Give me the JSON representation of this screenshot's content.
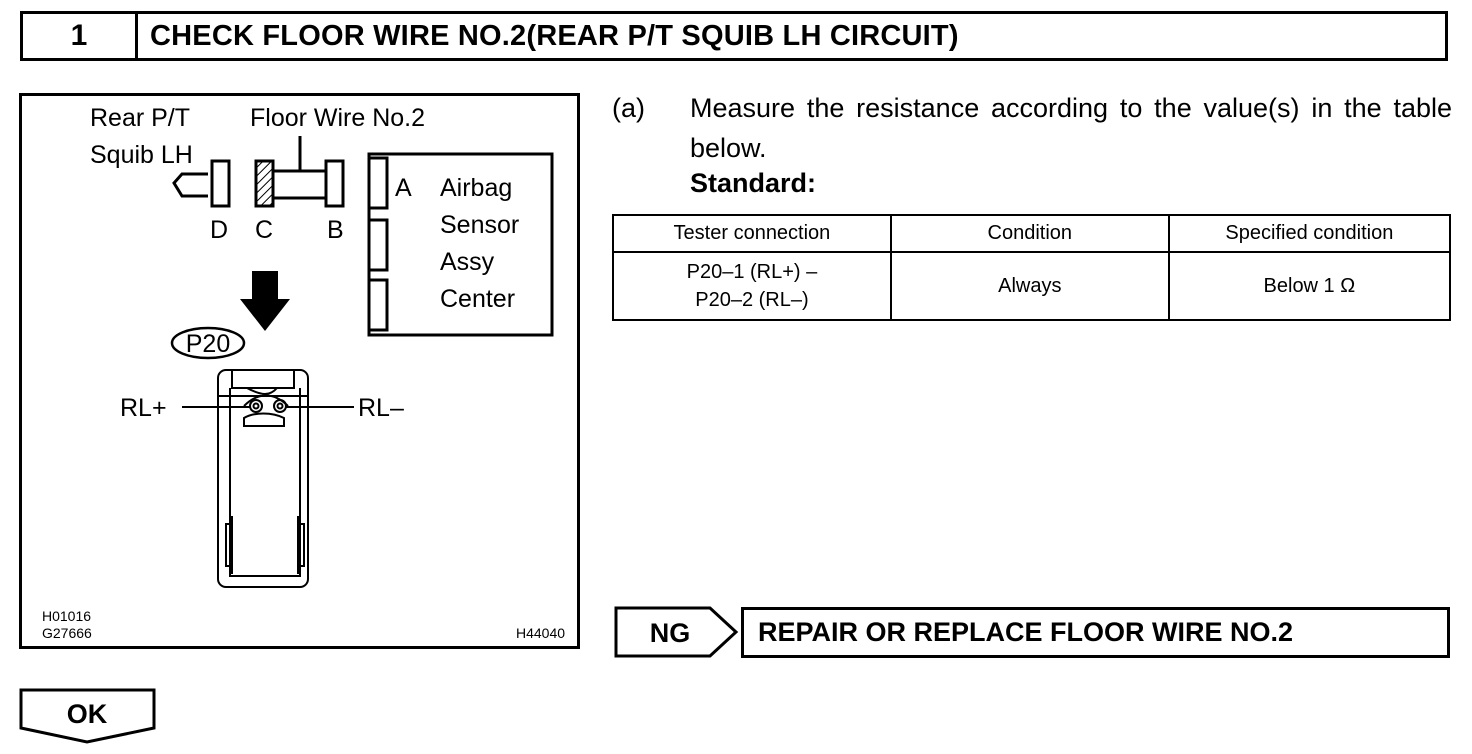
{
  "step": {
    "number": "1",
    "title": "CHECK FLOOR WIRE NO.2(REAR P/T SQUIB LH CIRCUIT)"
  },
  "illustration": {
    "label_squib_line1": "Rear P/T",
    "label_squib_line2": "Squib LH",
    "label_floor_wire": "Floor Wire No.2",
    "connector_d": "D",
    "connector_c": "C",
    "connector_b": "B",
    "connector_a": "A",
    "sensor_line1": "Airbag",
    "sensor_line2": "Sensor",
    "sensor_line3": "Assy",
    "sensor_line4": "Center",
    "connector_code": "P20",
    "terminal_pos": "RL+",
    "terminal_neg": "RL–",
    "code_1": "H01016",
    "code_2": "G27666",
    "code_3": "H44040"
  },
  "instruction": {
    "label": "(a)",
    "text": "Measure the resistance according to the value(s) in the table below.",
    "standard": "Standard:"
  },
  "table": {
    "headers": [
      "Tester connection",
      "Condition",
      "Specified condition"
    ],
    "rows": [
      {
        "tester_line1": "P20–1 (RL+) –",
        "tester_line2": "P20–2 (RL–)",
        "condition": "Always",
        "specified": "Below 1 Ω"
      }
    ]
  },
  "result_ng": {
    "tag": "NG",
    "action": "REPAIR OR REPLACE FLOOR WIRE NO.2"
  },
  "result_ok": {
    "tag": "OK"
  }
}
